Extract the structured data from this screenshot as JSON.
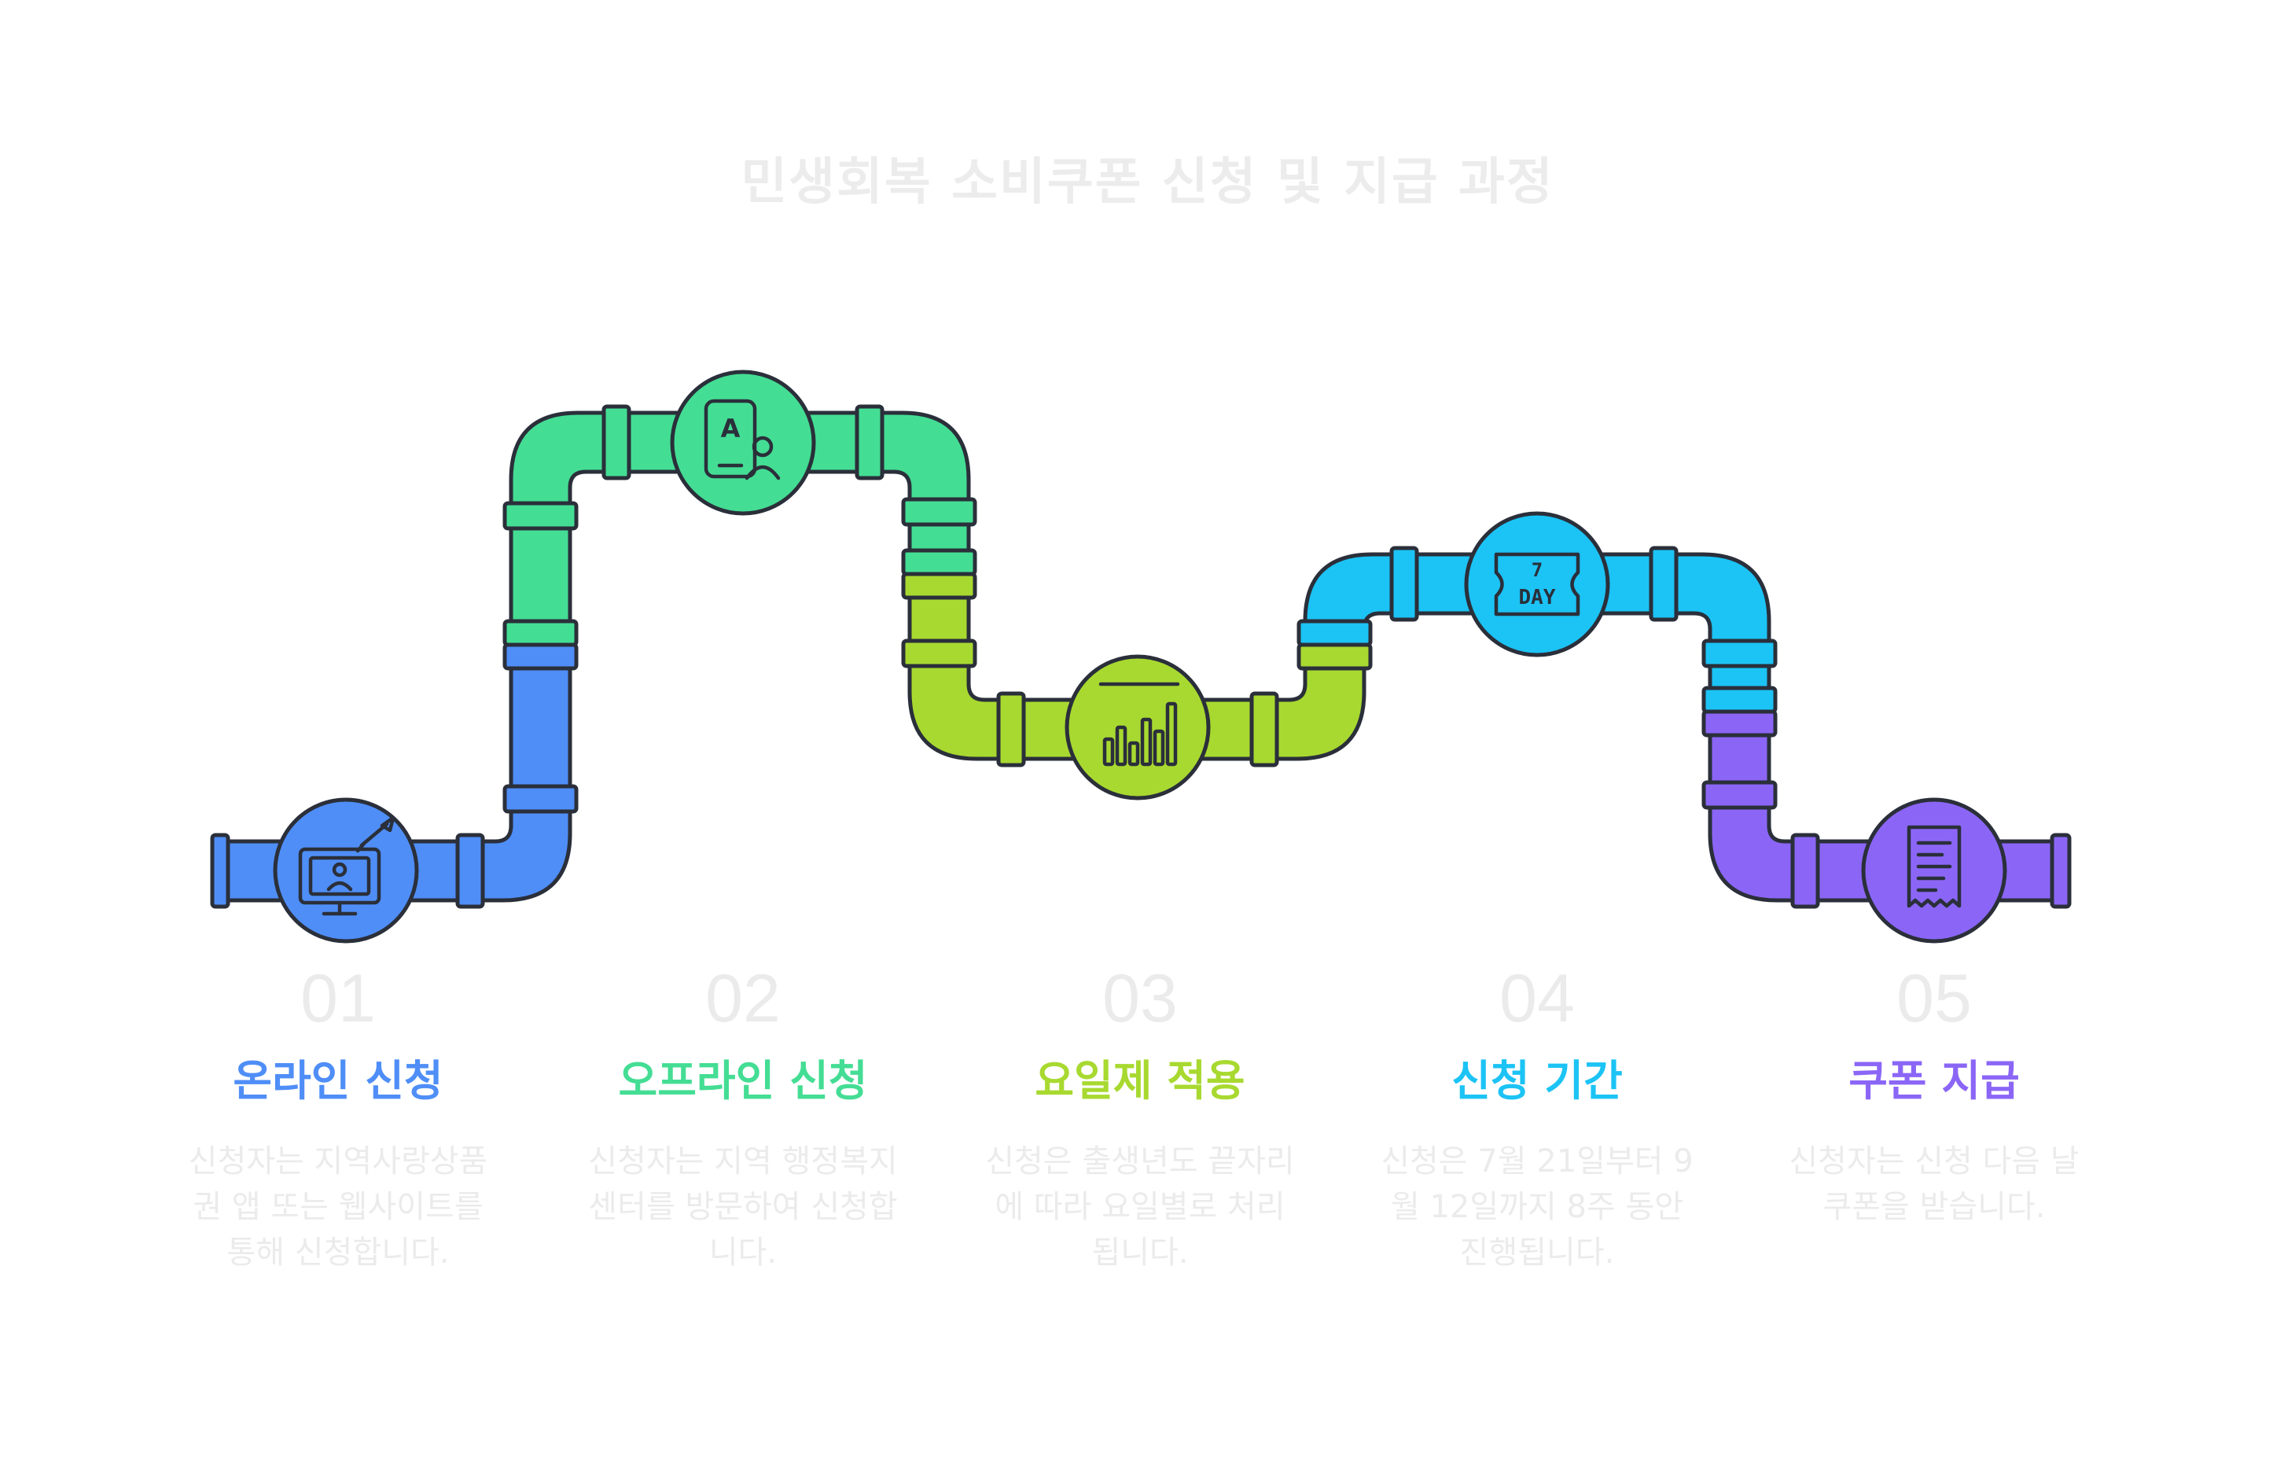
{
  "title": "민생회복 소비쿠폰 신청 및 지급 과정",
  "colors": {
    "blue": "#4f8ef7",
    "green": "#44dd94",
    "lime": "#a8d930",
    "cyan": "#1cc3f5",
    "purple": "#8b66f6",
    "outline": "#2a2f3a",
    "muted_text": "#ebebeb"
  },
  "steps": [
    {
      "number": "01",
      "label": "온라인 신청",
      "description": "신청자는 지역사랑상품권 앱 또는 웹사이트를 통해 신청합니다.",
      "icon": "online-application-monitor-icon",
      "color": "#4f8ef7"
    },
    {
      "number": "02",
      "label": "오프라인 신청",
      "description": "신청자는 지역 행정복지센터를 방문하여 신청합니다.",
      "icon": "id-card-person-icon",
      "color": "#44dd94"
    },
    {
      "number": "03",
      "label": "요일제 적용",
      "description": "신청은 출생년도 끝자리에 따라 요일별로 처리됩니다.",
      "icon": "bar-chart-icon",
      "color": "#a8d930"
    },
    {
      "number": "04",
      "label": "신청 기간",
      "description": "신청은 7월 21일부터 9월 12일까지 8주 동안 진행됩니다.",
      "icon": "seven-day-ticket-icon",
      "color": "#1cc3f5"
    },
    {
      "number": "05",
      "label": "쿠폰 지급",
      "description": "신청자는 신청 다음 날 쿠폰을 받습니다.",
      "icon": "receipt-icon",
      "color": "#8b66f6"
    }
  ],
  "icon_texts": {
    "card_letter": "A",
    "ticket_number": "7",
    "ticket_unit": "DAY"
  }
}
